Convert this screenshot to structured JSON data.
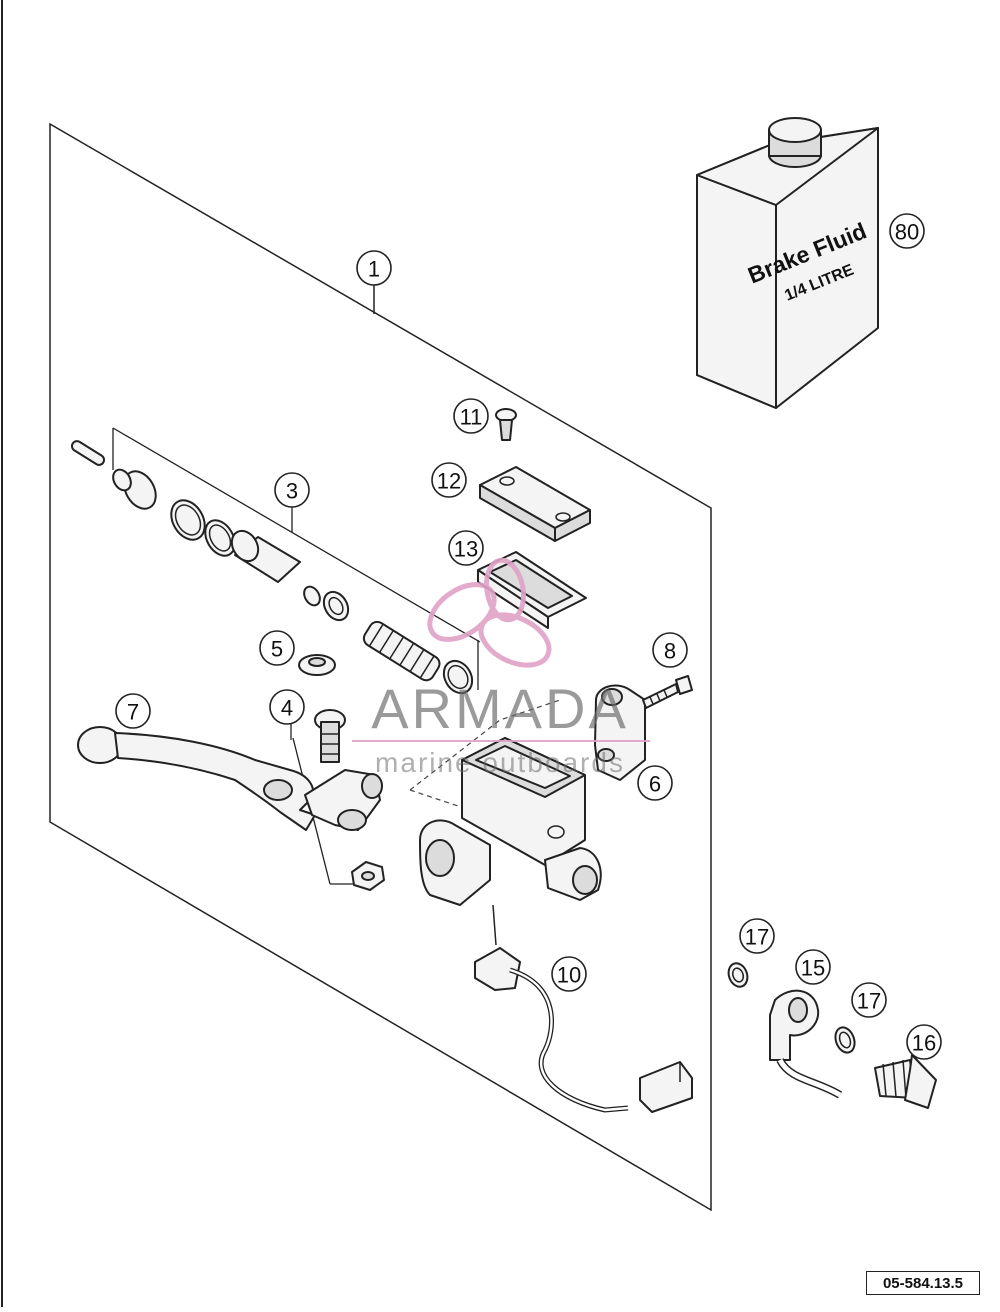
{
  "diagram": {
    "callouts": [
      {
        "id": "1",
        "label": "1"
      },
      {
        "id": "3",
        "label": "3"
      },
      {
        "id": "4",
        "label": "4"
      },
      {
        "id": "5",
        "label": "5"
      },
      {
        "id": "6",
        "label": "6"
      },
      {
        "id": "7",
        "label": "7"
      },
      {
        "id": "8",
        "label": "8"
      },
      {
        "id": "10",
        "label": "10"
      },
      {
        "id": "11",
        "label": "11"
      },
      {
        "id": "12",
        "label": "12"
      },
      {
        "id": "13",
        "label": "13"
      },
      {
        "id": "15",
        "label": "15"
      },
      {
        "id": "16",
        "label": "16"
      },
      {
        "id": "17a",
        "label": "17"
      },
      {
        "id": "17b",
        "label": "17"
      },
      {
        "id": "80",
        "label": "80"
      }
    ],
    "container_label": {
      "line1": "Brake Fluid",
      "line2": "1/4 LITRE"
    },
    "watermark": {
      "brand": "ARMADA",
      "tagline": "marine outboards"
    },
    "document_ref": "05-584.13.5"
  },
  "colors": {
    "ink": "#222222",
    "watermark": "#e0a2c6"
  }
}
